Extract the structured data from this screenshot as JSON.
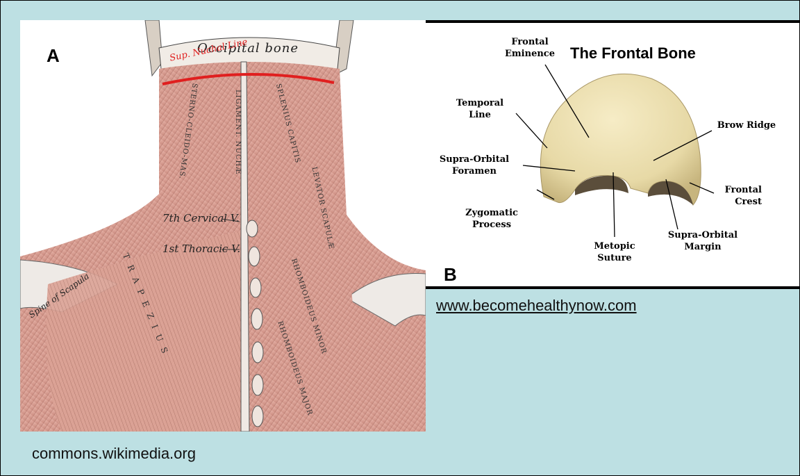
{
  "panel_a": {
    "letter": "A",
    "labels": {
      "occipital_bone": "Occipital bone",
      "sup_nuchal_line": "Sup. Nuchal Line",
      "seventh_cervical": "7th Cervical V.",
      "first_thoracic": "1st Thoracic V.",
      "ligament_nuchae": "LIGAMENT. NUCHÆ",
      "splenius_capitis": "SPLENIUS CAPITIS",
      "sterno_cleido_mas": "STERNO-CLEIDO-MAS.",
      "levator_scapulae": "LEVATOR SCAPULÆ",
      "trapezius": "TRAPEZIUS",
      "rhomboideus_minor": "RHOMBOIDEUS MINOR",
      "rhomboideus_major": "RHOMBOIDEUS MAJOR",
      "spine_of_scapula": "Spine of Scapula"
    },
    "credit": "commons.wikimedia.org"
  },
  "panel_b": {
    "letter": "B",
    "title": "The Frontal Bone",
    "labels": {
      "frontal_eminence": "Frontal Eminence",
      "temporal_line": "Temporal Line",
      "supra_orbital_foramen": "Supra-Orbital Foramen",
      "zygomatic_process": "Zygomatic Process",
      "metopic_suture": "Metopic Suture",
      "supra_orbital_margin": "Supra-Orbital Margin",
      "frontal_crest": "Frontal Crest",
      "brow_ridge": "Brow Ridge"
    },
    "credit": "www.becomehealthynow.com"
  },
  "colors": {
    "background": "#bde0e3",
    "muscle": "#d9a095",
    "bone": "#eee3b6",
    "nuchal_line": "#e01f1f"
  }
}
